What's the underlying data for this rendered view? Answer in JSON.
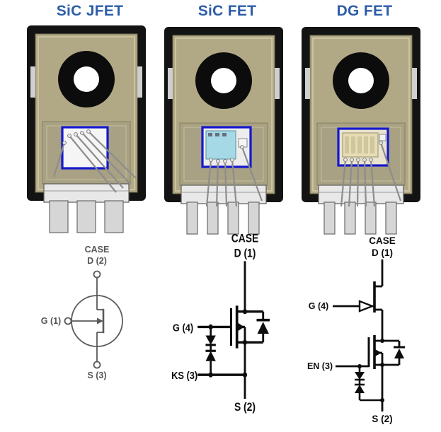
{
  "titles": {
    "jfet": "SiC JFET",
    "sic_fet": "SiC FET",
    "dg_fet": "DG FET"
  },
  "colors": {
    "title_text": "#2d5da9",
    "die_outline": "#1518cf",
    "package_body": "#131313",
    "leadframe_tan": "#b1a985",
    "cavity_tan": "#a8a183",
    "chip_cyan": "#a6d9e6",
    "chip_beige": "#e6ddb4",
    "lead_gray": "#d6d6d6",
    "schematic_gray": "#5a5a5a",
    "schematic_black": "#0d0d0d"
  },
  "schematics": {
    "jfet": {
      "case_label": "CASE",
      "drain_label": "D (2)",
      "gate_label": "G (1)",
      "source_label": "S (3)"
    },
    "sic_fet": {
      "case_label": "CASE",
      "drain_label": "D (1)",
      "gate_label": "G (4)",
      "kelvin_source_label": "KS (3)",
      "source_label": "S (2)"
    },
    "dg_fet": {
      "case_label": "CASE",
      "drain_label": "D (1)",
      "gate_label": "G (4)",
      "enable_label": "EN (3)",
      "source_label": "S (2)"
    }
  }
}
